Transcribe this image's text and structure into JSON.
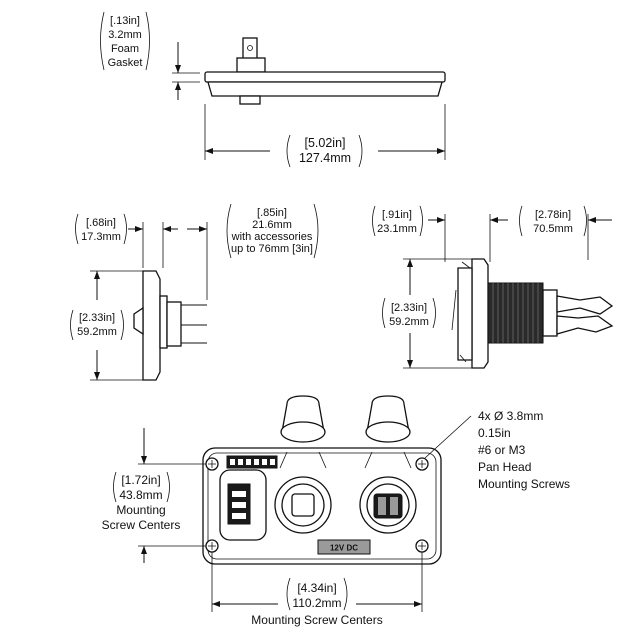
{
  "top_view": {
    "gasket": {
      "in": "[.13in]",
      "mm": "3.2mm",
      "name1": "Foam",
      "name2": "Gasket"
    },
    "width": {
      "in": "[5.02in]",
      "mm": "127.4mm"
    }
  },
  "side_view": {
    "depth": {
      "in": "[.68in]",
      "mm": "17.3mm"
    },
    "accessory": {
      "in": "[.85in]",
      "mm": "21.6mm",
      "note1": "with accessories",
      "note2": "up to 76mm [3in]"
    },
    "height": {
      "in": "[2.33in]",
      "mm": "59.2mm"
    }
  },
  "rear_view": {
    "flange": {
      "in": "[.91in]",
      "mm": "23.1mm"
    },
    "body": {
      "in": "[2.78in]",
      "mm": "70.5mm"
    },
    "height": {
      "in": "[2.33in]",
      "mm": "59.2mm"
    }
  },
  "front_view": {
    "screws": {
      "l1": "4x Ø 3.8mm",
      "l2": "0.15in",
      "l3": "#6 or M3",
      "l4": "Pan Head",
      "l5": "Mounting Screws"
    },
    "vertical": {
      "in": "[1.72in]",
      "mm": "43.8mm",
      "l1": "Mounting",
      "l2": "Screw Centers"
    },
    "horizontal": {
      "in": "[4.34in]",
      "mm": "110.2mm",
      "label": "Mounting Screw Centers"
    },
    "plate_label": "12V DC"
  }
}
